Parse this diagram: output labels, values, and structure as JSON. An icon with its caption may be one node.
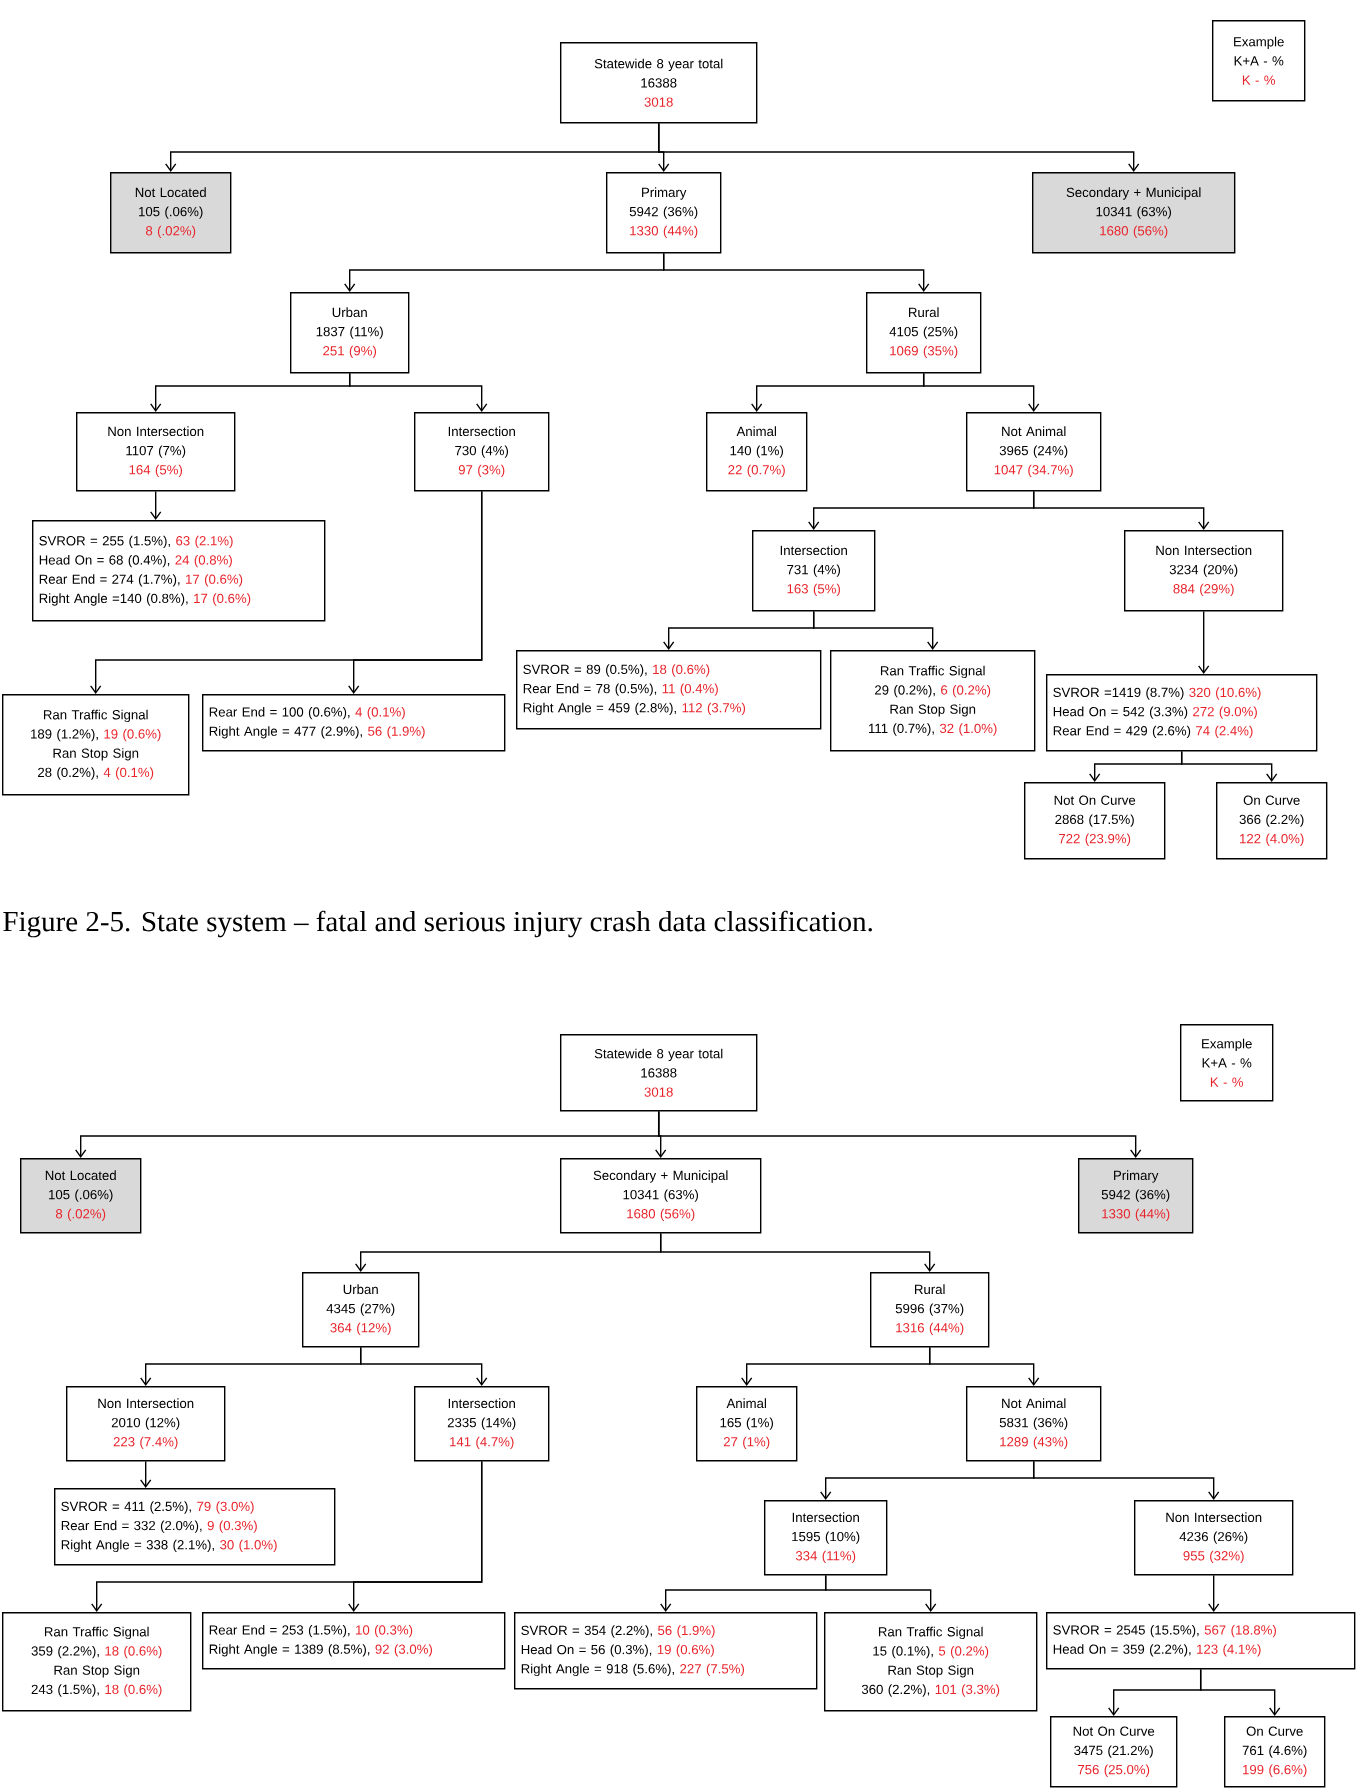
{
  "diagram": {
    "caption": "Figure 2-5. State system – fatal and serious injury crash data classification.",
    "nodes": [
      {
        "text": [
          "Statewide 8 year total",
          "16388",
          "3018"
        ]
      },
      {
        "text": [
          "Example",
          "K+A - %",
          "K - %"
        ]
      },
      {
        "text": [
          "Not Located",
          "105 (.06%)",
          "8 (.02%)"
        ]
      },
      {
        "text": [
          "Primary",
          "5942 (36%)",
          "1330 (44%)"
        ]
      },
      {
        "text": [
          "Secondary + Municipal",
          "10341 (63%)",
          "1680 (56%)"
        ]
      },
      {
        "text": [
          "Urban",
          "1837 (11%)",
          "251 (9%)"
        ]
      },
      {
        "text": [
          "Rural",
          "4105 (25%)",
          "1069 (35%)"
        ]
      },
      {
        "text": [
          "Non Intersection",
          "1107 (7%)",
          "164 (5%)"
        ]
      },
      {
        "text": [
          "Intersection",
          "730 (4%)",
          "97 (3%)"
        ]
      },
      {
        "text": [
          "Animal",
          "140 (1%)",
          "22 (0.7%)"
        ]
      },
      {
        "text": [
          "Not Animal",
          "3965 (24%)",
          "1047 (34.7%)"
        ]
      },
      {
        "text": [
          "SVROR = 255 (1.5%),",
          "63 (2.1%)",
          "Head On = 68 (0.4%),",
          "24 (0.8%)",
          "Rear End = 274 (1.7%),",
          "17 (0.6%)",
          "Right Angle =140 (0.8%),",
          "17 (0.6%)"
        ]
      },
      {
        "text": [
          "Intersection",
          "731 (4%)",
          "163 (5%)"
        ]
      },
      {
        "text": [
          "Non Intersection",
          "3234 (20%)",
          "884 (29%)"
        ]
      },
      {
        "text": [
          "Ran Traffic Signal",
          "189 (1.2%),",
          "19 (0.6%)",
          "Ran Stop Sign",
          "28 (0.2%),",
          "4 (0.1%)"
        ]
      },
      {
        "text": [
          "Rear End = 100 (0.6%),",
          "4 (0.1%)",
          "Right Angle = 477 (2.9%),",
          "56 (1.9%)"
        ]
      },
      {
        "text": [
          "SVROR = 89 (0.5%),",
          "18 (0.6%)",
          "Rear End = 78 (0.5%),",
          "11 (0.4%)",
          "Right Angle = 459 (2.8%),",
          "112 (3.7%)"
        ]
      },
      {
        "text": [
          "Ran Traffic Signal",
          "29 (0.2%),",
          "6 (0.2%)",
          "Ran Stop Sign",
          "111 (0.7%),",
          "32 (1.0%)"
        ]
      },
      {
        "text": [
          "SVROR =1419 (8.7%)",
          "320 (10.6%)",
          "Head On = 542 (3.3%)",
          "272 (9.0%)",
          "Rear End = 429 (2.6%)",
          "74 (2.4%)"
        ]
      },
      {
        "text": [
          "Not On Curve",
          "2868 (17.5%)",
          "722 (23.9%)"
        ]
      },
      {
        "text": [
          "On Curve",
          "366 (2.2%)",
          "122 (4.0%)"
        ]
      },
      {
        "text": [
          "Statewide 8 year total",
          "16388",
          "3018"
        ]
      },
      {
        "text": [
          "Example",
          "K+A - %",
          "K - %"
        ]
      },
      {
        "text": [
          "Not Located",
          "105 (.06%)",
          "8 (.02%)"
        ]
      },
      {
        "text": [
          "Secondary + Municipal",
          "10341 (63%)",
          "1680 (56%)"
        ]
      },
      {
        "text": [
          "Primary",
          "5942 (36%)",
          "1330 (44%)"
        ]
      },
      {
        "text": [
          "Urban",
          "4345 (27%)",
          "364 (12%)"
        ]
      },
      {
        "text": [
          "Rural",
          "5996 (37%)",
          "1316 (44%)"
        ]
      },
      {
        "text": [
          "Non Intersection",
          "2010 (12%)",
          "223 (7.4%)"
        ]
      },
      {
        "text": [
          "Intersection",
          "2335 (14%)",
          "141 (4.7%)"
        ]
      },
      {
        "text": [
          "Animal",
          "165 (1%)",
          "27 (1%)"
        ]
      },
      {
        "text": [
          "Not Animal",
          "5831 (36%)",
          "1289 (43%)"
        ]
      },
      {
        "text": [
          "SVROR = 411 (2.5%),",
          "79 (3.0%)",
          "Rear End = 332 (2.0%),",
          "9 (0.3%)",
          "Right Angle = 338 (2.1%),",
          "30 (1.0%)"
        ]
      },
      {
        "text": [
          "Intersection",
          "1595 (10%)",
          "334 (11%)"
        ]
      },
      {
        "text": [
          "Non Intersection",
          "4236 (26%)",
          "955 (32%)"
        ]
      },
      {
        "text": [
          "Ran Traffic Signal",
          "359 (2.2%),",
          "18 (0.6%)",
          "Ran Stop Sign",
          "243 (1.5%),",
          "18 (0.6%)"
        ]
      },
      {
        "text": [
          "Rear End = 253 (1.5%),",
          "10 (0.3%)",
          "Right Angle = 1389 (8.5%),",
          "92 (3.0%)"
        ]
      },
      {
        "text": [
          "SVROR = 354 (2.2%),",
          "56 (1.9%)",
          "Head On = 56 (0.3%),",
          "19 (0.6%)",
          "Right Angle = 918 (5.6%),",
          "227 (7.5%)"
        ]
      },
      {
        "text": [
          "Ran Traffic Signal",
          "15 (0.1%),",
          "5 (0.2%)",
          "Ran Stop Sign",
          "360 (2.2%),",
          "101 (3.3%)"
        ]
      },
      {
        "text": [
          "SVROR = 2545 (15.5%),",
          "567 (18.8%)",
          "Head On = 359 (2.2%),",
          "123 (4.1%)"
        ]
      },
      {
        "text": [
          "Not On Curve",
          "3475 (21.2%)",
          "756 (25.0%)"
        ]
      },
      {
        "text": [
          "On Curve",
          "761 (4.6%)",
          "199 (6.6%)"
        ]
      }
    ],
    "edges": [
      {
        "from": 0,
        "to": 2,
        "arrow": "to"
      },
      {
        "from": 0,
        "to": 3,
        "arrow": "to"
      },
      {
        "from": 0,
        "to": 4,
        "arrow": "to"
      },
      {
        "from": 3,
        "to": 5,
        "arrow": "to"
      },
      {
        "from": 3,
        "to": 6,
        "arrow": "to"
      },
      {
        "from": 5,
        "to": 7,
        "arrow": "to"
      },
      {
        "from": 5,
        "to": 8,
        "arrow": "to"
      },
      {
        "from": 6,
        "to": 9,
        "arrow": "to"
      },
      {
        "from": 6,
        "to": 10,
        "arrow": "to"
      },
      {
        "from": 7,
        "to": 11,
        "arrow": "to"
      },
      {
        "from": 8,
        "to": 14,
        "arrow": "to"
      },
      {
        "from": 8,
        "to": 15,
        "arrow": "to"
      },
      {
        "from": 10,
        "to": 12,
        "arrow": "to"
      },
      {
        "from": 10,
        "to": 13,
        "arrow": "to"
      },
      {
        "from": 12,
        "to": 16,
        "arrow": "to"
      },
      {
        "from": 12,
        "to": 17,
        "arrow": "to"
      },
      {
        "from": 13,
        "to": 18,
        "arrow": "to"
      },
      {
        "from": 18,
        "to": 19,
        "arrow": "to"
      },
      {
        "from": 18,
        "to": 20,
        "arrow": "to"
      },
      {
        "from": 21,
        "to": 23,
        "arrow": "to"
      },
      {
        "from": 21,
        "to": 24,
        "arrow": "to"
      },
      {
        "from": 21,
        "to": 25,
        "arrow": "to"
      },
      {
        "from": 24,
        "to": 26,
        "arrow": "to"
      },
      {
        "from": 24,
        "to": 27,
        "arrow": "to"
      },
      {
        "from": 26,
        "to": 28,
        "arrow": "to"
      },
      {
        "from": 26,
        "to": 29,
        "arrow": "to"
      },
      {
        "from": 27,
        "to": 30,
        "arrow": "to"
      },
      {
        "from": 27,
        "to": 31,
        "arrow": "to"
      },
      {
        "from": 28,
        "to": 32,
        "arrow": "to"
      },
      {
        "from": 29,
        "to": 35,
        "arrow": "to"
      },
      {
        "from": 29,
        "to": 36,
        "arrow": "to"
      },
      {
        "from": 31,
        "to": 33,
        "arrow": "to"
      },
      {
        "from": 31,
        "to": 34,
        "arrow": "to"
      },
      {
        "from": 33,
        "to": 37,
        "arrow": "to"
      },
      {
        "from": 33,
        "to": 38,
        "arrow": "to"
      },
      {
        "from": 34,
        "to": 39,
        "arrow": "to"
      },
      {
        "from": 39,
        "to": 40,
        "arrow": "to"
      },
      {
        "from": 39,
        "to": 41,
        "arrow": "to"
      }
    ]
  }
}
